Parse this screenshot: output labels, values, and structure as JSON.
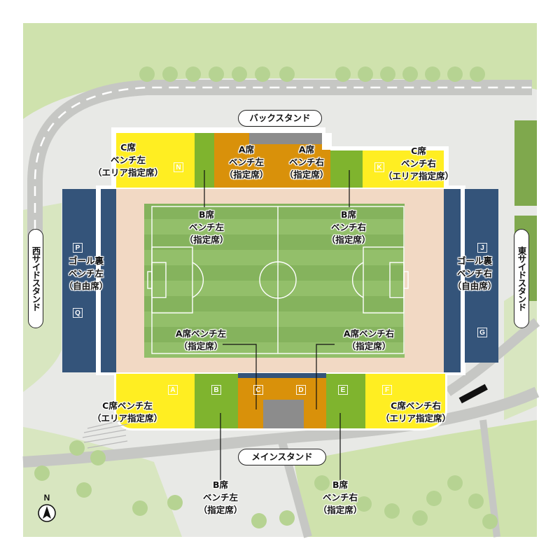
{
  "stands": {
    "back": "バックスタンド",
    "main": "メインスタンド",
    "west": "西サイドスタンド",
    "east": "東サイドスタンド"
  },
  "blocks": {
    "N": "N",
    "K": "K",
    "P": "P",
    "Q": "Q",
    "J": "J",
    "G": "G",
    "A": "A",
    "B": "B",
    "C": "C",
    "D": "D",
    "E": "E",
    "F": "F"
  },
  "sections": {
    "back_c_left": [
      "C席",
      "ベンチ左",
      "（エリア指定席）"
    ],
    "back_a_left": [
      "A席",
      "ベンチ左",
      "（指定席）"
    ],
    "back_a_right": [
      "A席",
      "ベンチ右",
      "（指定席）"
    ],
    "back_c_right": [
      "C席",
      "ベンチ右",
      "（エリア指定席）"
    ],
    "back_b_left": [
      "B席",
      "ベンチ左",
      "（指定席）"
    ],
    "back_b_right": [
      "B席",
      "ベンチ右",
      "（指定席）"
    ],
    "goal_left": [
      "ゴール裏",
      "ベンチ左",
      "（自由席）"
    ],
    "goal_right": [
      "ゴール裏",
      "ベンチ右",
      "（自由席）"
    ],
    "main_a_left": [
      "A席ベンチ左",
      "（指定席）"
    ],
    "main_a_right": [
      "A席ベンチ右",
      "（指定席）"
    ],
    "main_c_left": [
      "C席ベンチ左",
      "（エリア指定席）"
    ],
    "main_c_right": [
      "C席ベンチ右",
      "（エリア指定席）"
    ],
    "main_b_left": [
      "B席",
      "ベンチ左",
      "（指定席）"
    ],
    "main_b_right": [
      "B席",
      "ベンチ右",
      "（指定席）"
    ]
  },
  "compass": "N",
  "colors": {
    "ground": "#e8e9e6",
    "park_green": "#cfe2ad",
    "tree": "#b6d392",
    "road": "#c6c7c4",
    "track": "#f2d9c4",
    "pitch": "#93bf6a",
    "pitch_dark": "#85b35d",
    "zone_c": "#ffee22",
    "zone_a": "#d9910a",
    "zone_b": "#7fb42e",
    "goal_stand": "#34547a",
    "grey_block": "#8c8c8c"
  }
}
